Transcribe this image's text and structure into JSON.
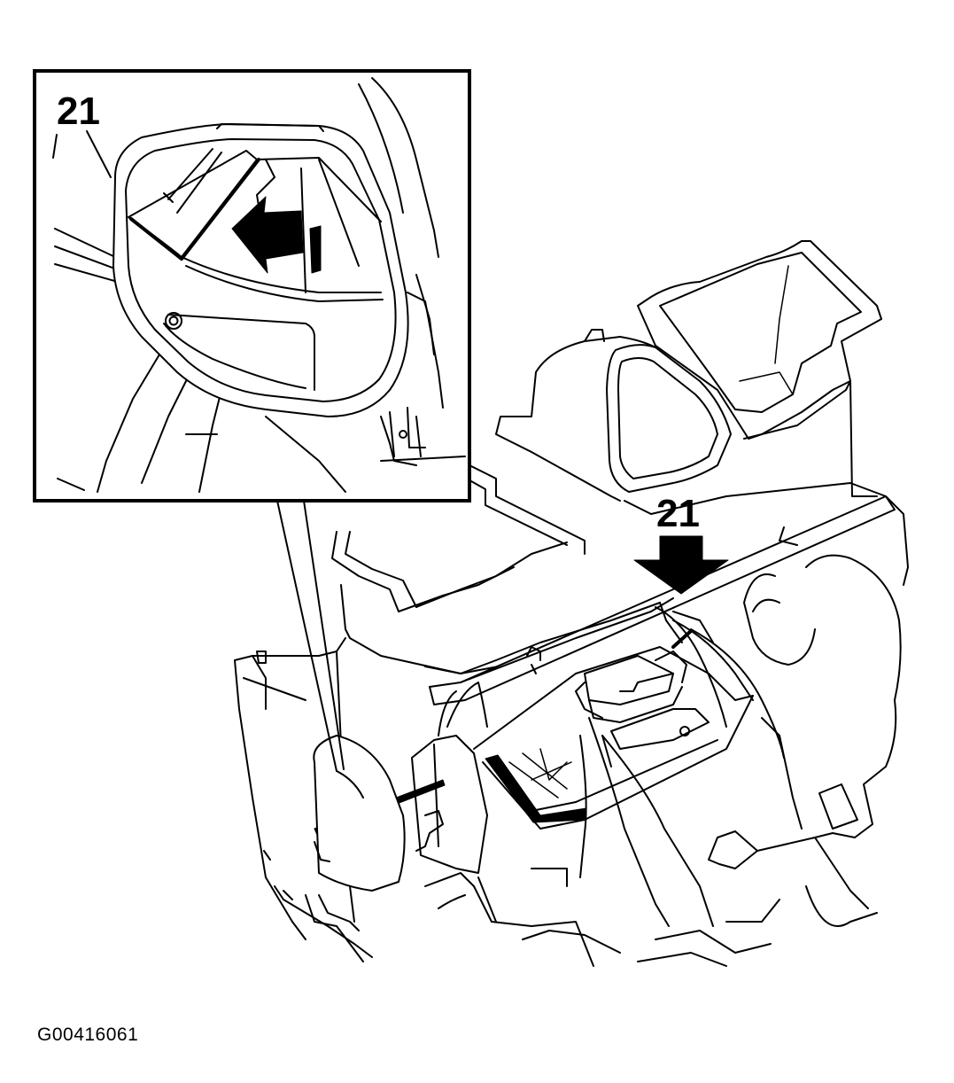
{
  "figure": {
    "callouts": {
      "inset_label": "21",
      "main_label": "21"
    },
    "figure_code": "G00416061"
  }
}
